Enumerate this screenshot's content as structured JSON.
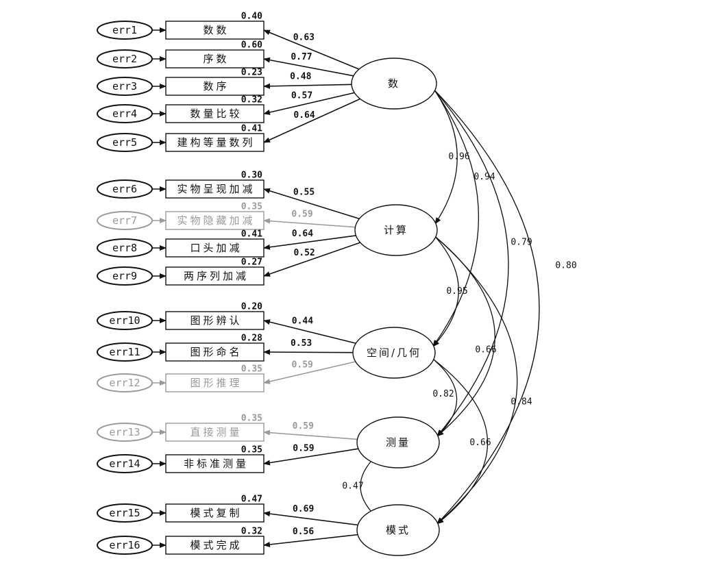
{
  "latents": [
    {
      "id": "num",
      "label": "数"
    },
    {
      "id": "calc",
      "label": "计算"
    },
    {
      "id": "geo",
      "label": "空间/几何"
    },
    {
      "id": "meas",
      "label": "测量"
    },
    {
      "id": "pat",
      "label": "模式"
    }
  ],
  "indicators": [
    {
      "err": "err1",
      "label": "数数",
      "r2": "0.40",
      "loading": "0.63",
      "latent": "num",
      "faded": false
    },
    {
      "err": "err2",
      "label": "序数",
      "r2": "0.60",
      "loading": "0.77",
      "latent": "num",
      "faded": false
    },
    {
      "err": "err3",
      "label": "数序",
      "r2": "0.23",
      "loading": "0.48",
      "latent": "num",
      "faded": false
    },
    {
      "err": "err4",
      "label": "数量比较",
      "r2": "0.32",
      "loading": "0.57",
      "latent": "num",
      "faded": false
    },
    {
      "err": "err5",
      "label": "建构等量数列",
      "r2": "0.41",
      "loading": "0.64",
      "latent": "num",
      "faded": false
    },
    {
      "err": "err6",
      "label": "实物呈现加减",
      "r2": "0.30",
      "loading": "0.55",
      "latent": "calc",
      "faded": false
    },
    {
      "err": "err7",
      "label": "实物隐藏加减",
      "r2": "0.35",
      "loading": "0.59",
      "latent": "calc",
      "faded": true
    },
    {
      "err": "err8",
      "label": "口头加减",
      "r2": "0.41",
      "loading": "0.64",
      "latent": "calc",
      "faded": false
    },
    {
      "err": "err9",
      "label": "两序列加减",
      "r2": "0.27",
      "loading": "0.52",
      "latent": "calc",
      "faded": false
    },
    {
      "err": "err10",
      "label": "图形辨认",
      "r2": "0.20",
      "loading": "0.44",
      "latent": "geo",
      "faded": false
    },
    {
      "err": "err11",
      "label": "图形命名",
      "r2": "0.28",
      "loading": "0.53",
      "latent": "geo",
      "faded": false
    },
    {
      "err": "err12",
      "label": "图形推理",
      "r2": "0.35",
      "loading": "0.59",
      "latent": "geo",
      "faded": true
    },
    {
      "err": "err13",
      "label": "直接测量",
      "r2": "0.35",
      "loading": "0.59",
      "latent": "meas",
      "faded": true
    },
    {
      "err": "err14",
      "label": "非标准测量",
      "r2": "0.35",
      "loading": "0.59",
      "latent": "meas",
      "faded": false
    },
    {
      "err": "err15",
      "label": "模式复制",
      "r2": "0.47",
      "loading": "0.69",
      "latent": "pat",
      "faded": false
    },
    {
      "err": "err16",
      "label": "模式完成",
      "r2": "0.32",
      "loading": "0.56",
      "latent": "pat",
      "faded": false
    }
  ],
  "correlations": [
    {
      "from": "num",
      "to": "calc",
      "value": "0.96"
    },
    {
      "from": "num",
      "to": "geo",
      "value": "0.94"
    },
    {
      "from": "num",
      "to": "meas",
      "value": "0.79"
    },
    {
      "from": "num",
      "to": "pat",
      "value": "0.80"
    },
    {
      "from": "calc",
      "to": "geo",
      "value": "0.95"
    },
    {
      "from": "calc",
      "to": "meas",
      "value": "0.66"
    },
    {
      "from": "calc",
      "to": "pat",
      "value": "0.84"
    },
    {
      "from": "geo",
      "to": "meas",
      "value": "0.82"
    },
    {
      "from": "geo",
      "to": "pat",
      "value": "0.66"
    },
    {
      "from": "meas",
      "to": "pat",
      "value": "0.47"
    }
  ],
  "colors": {
    "line": "#111111",
    "faded": "#9a9a9a"
  }
}
